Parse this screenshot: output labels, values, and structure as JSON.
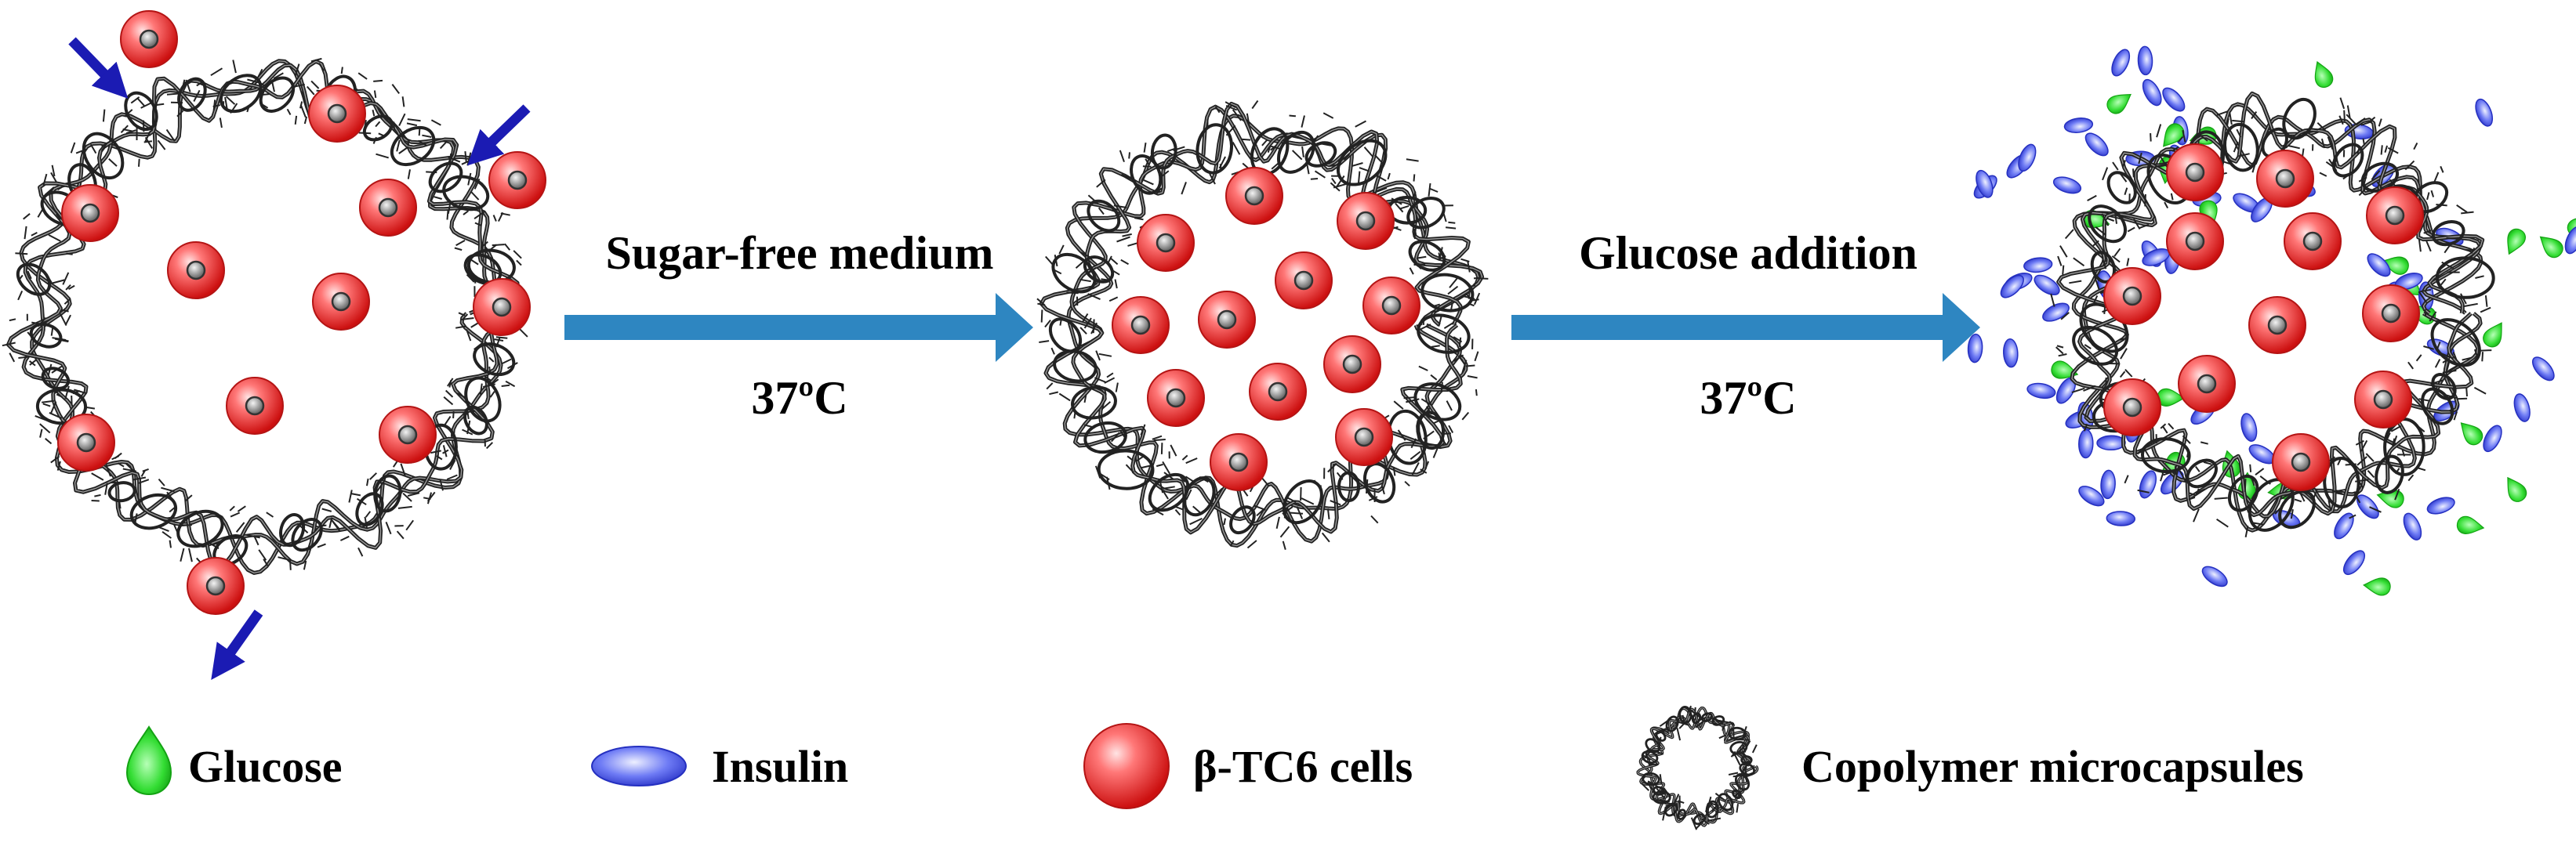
{
  "steps": [
    {
      "condition": "Sugar-free medium",
      "temperature": "37ºC"
    },
    {
      "condition": "Glucose addition",
      "temperature": "37ºC"
    }
  ],
  "legend": [
    {
      "icon": "glucose-icon",
      "label": "Glucose"
    },
    {
      "icon": "insulin-icon",
      "label": "Insulin"
    },
    {
      "icon": "cell-icon",
      "label": "β-TC6 cells"
    },
    {
      "icon": "microcapsule-icon",
      "label": "Copolymer microcapsules"
    }
  ],
  "colors": {
    "process_arrow": "#2e86c1",
    "entry_arrow": "#1b1bb3",
    "cell": "#ee2222",
    "glucose": "#22dd22",
    "insulin": "#3344ee",
    "capsule_strand": "#222222"
  }
}
